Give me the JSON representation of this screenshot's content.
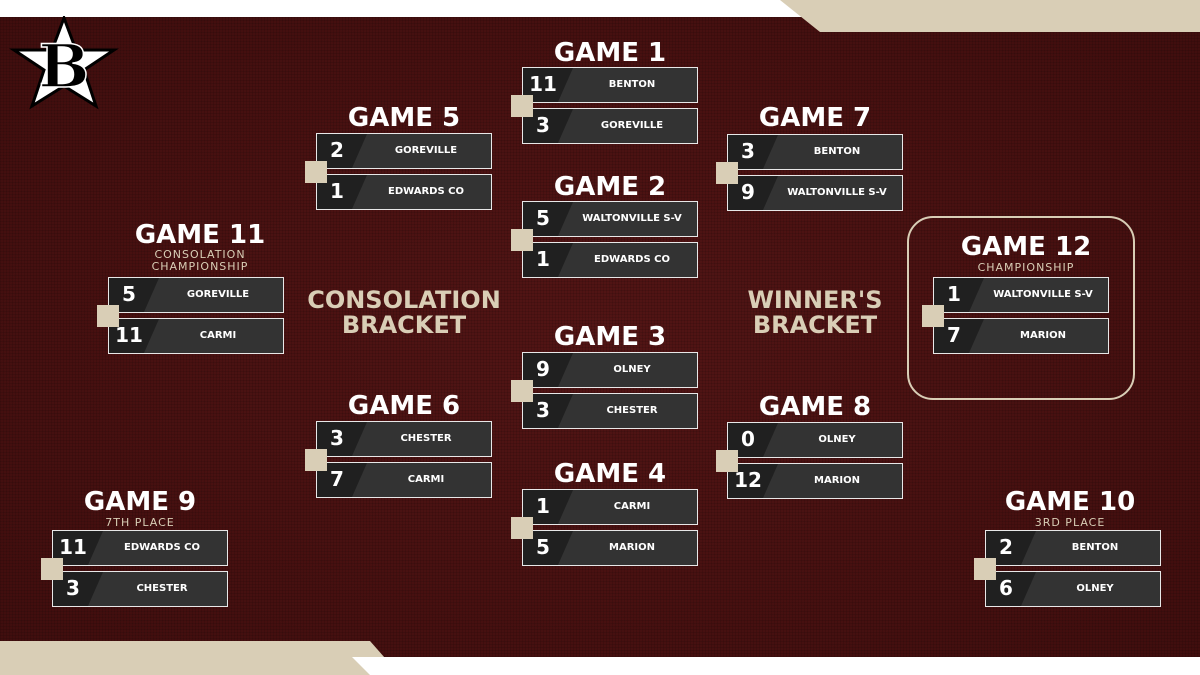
{
  "logo": {
    "letter": "B",
    "icon": "star-b-logo-icon"
  },
  "labels": {
    "consolation": [
      "CONSOLATION",
      "BRACKET"
    ],
    "winners": [
      "WINNER'S",
      "BRACKET"
    ]
  },
  "games": {
    "g1": {
      "title": "GAME 1",
      "subtitle": "",
      "teams": [
        {
          "score": "11",
          "name": "BENTON"
        },
        {
          "score": "3",
          "name": "GOREVILLE"
        }
      ]
    },
    "g2": {
      "title": "GAME 2",
      "subtitle": "",
      "teams": [
        {
          "score": "5",
          "name": "WALTONVILLE S-V"
        },
        {
          "score": "1",
          "name": "EDWARDS CO"
        }
      ]
    },
    "g3": {
      "title": "GAME 3",
      "subtitle": "",
      "teams": [
        {
          "score": "9",
          "name": "OLNEY"
        },
        {
          "score": "3",
          "name": "CHESTER"
        }
      ]
    },
    "g4": {
      "title": "GAME 4",
      "subtitle": "",
      "teams": [
        {
          "score": "1",
          "name": "CARMI"
        },
        {
          "score": "5",
          "name": "MARION"
        }
      ]
    },
    "g5": {
      "title": "GAME 5",
      "subtitle": "",
      "teams": [
        {
          "score": "2",
          "name": "GOREVILLE"
        },
        {
          "score": "1",
          "name": "EDWARDS CO"
        }
      ]
    },
    "g6": {
      "title": "GAME 6",
      "subtitle": "",
      "teams": [
        {
          "score": "3",
          "name": "CHESTER"
        },
        {
          "score": "7",
          "name": "CARMI"
        }
      ]
    },
    "g7": {
      "title": "GAME 7",
      "subtitle": "",
      "teams": [
        {
          "score": "3",
          "name": "BENTON"
        },
        {
          "score": "9",
          "name": "WALTONVILLE S-V"
        }
      ]
    },
    "g8": {
      "title": "GAME 8",
      "subtitle": "",
      "teams": [
        {
          "score": "0",
          "name": "OLNEY"
        },
        {
          "score": "12",
          "name": "MARION"
        }
      ]
    },
    "g9": {
      "title": "GAME 9",
      "subtitle": "7TH PLACE",
      "teams": [
        {
          "score": "11",
          "name": "EDWARDS CO"
        },
        {
          "score": "3",
          "name": "CHESTER"
        }
      ]
    },
    "g10": {
      "title": "GAME 10",
      "subtitle": "3RD PLACE",
      "teams": [
        {
          "score": "2",
          "name": "BENTON"
        },
        {
          "score": "6",
          "name": "OLNEY"
        }
      ]
    },
    "g11": {
      "title": "GAME 11",
      "subtitle": "CONSOLATION CHAMPIONSHIP",
      "subtitle_lines": [
        "CONSOLATION",
        "CHAMPIONSHIP"
      ],
      "teams": [
        {
          "score": "5",
          "name": "GOREVILLE"
        },
        {
          "score": "11",
          "name": "CARMI"
        }
      ]
    },
    "g12": {
      "title": "GAME 12",
      "subtitle": "CHAMPIONSHIP",
      "teams": [
        {
          "score": "1",
          "name": "WALTONVILLE S-V"
        },
        {
          "score": "7",
          "name": "MARION"
        }
      ]
    }
  },
  "colors": {
    "background": "#4a1111",
    "accent_tan": "#d9ceb6",
    "row_fill": "#333333",
    "row_border": "#e8e8e8",
    "text": "#ffffff"
  }
}
